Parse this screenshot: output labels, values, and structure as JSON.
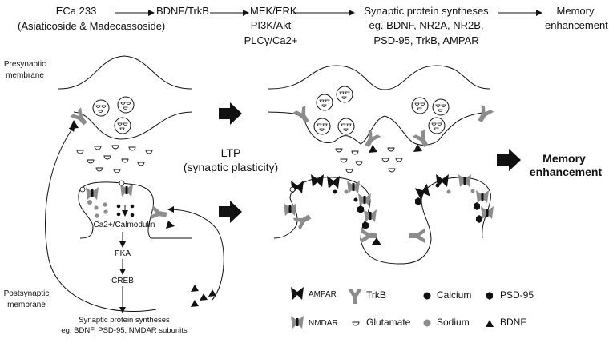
{
  "pathway": {
    "step1_line1": "ECa 233",
    "step1_line2": "(Asiaticoside & Madecassoside)",
    "step2": "BDNF/TrkB",
    "step3_line1": "MEK/ERK",
    "step3_line2": "PI3K/Akt",
    "step3_line3": "PLCγ/Ca2+",
    "step4_line1": "Synaptic protein syntheses",
    "step4_line2": "eg. BDNF, NR2A, NR2B,",
    "step4_line3": "PSD-95, TrkB, AMPAR",
    "step5_line1": "Memory",
    "step5_line2": "enhancement"
  },
  "labels": {
    "presynaptic_line1": "Presynaptic",
    "presynaptic_line2": "membrane",
    "postsynaptic_line1": "Postsynaptic",
    "postsynaptic_line2": "membrane",
    "ltp_line1": "LTP",
    "ltp_line2": "(synaptic plasticity)",
    "memory_line1": "Memory",
    "memory_line2": "enhancement",
    "calmodulin": "Ca2+/Calmodulin",
    "pka": "PKA",
    "creb": "CREB",
    "synth_line1": "Synaptic protein syntheses",
    "synth_line2": "eg. BDNF, PSD-95, NMDAR subunits"
  },
  "legend": {
    "ampar": "AMPAR",
    "nmdar": "NMDAR",
    "trkb": "TrkB",
    "glutamate": "Glutamate",
    "calcium": "Calcium",
    "sodium": "Sodium",
    "psd95": "PSD-95",
    "bdnf": "BDNF"
  },
  "colors": {
    "receptor_gray": "#8c8c8c",
    "dark": "#111111"
  }
}
